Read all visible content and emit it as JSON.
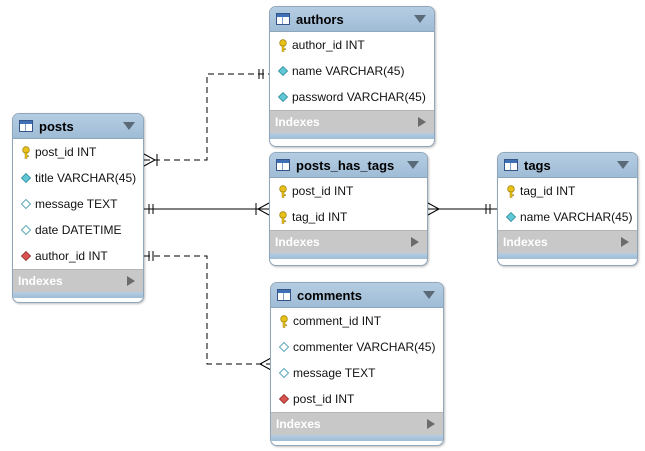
{
  "entities": {
    "authors": {
      "name": "authors",
      "columns": [
        {
          "label": "author_id INT",
          "kind": "primary-key"
        },
        {
          "label": "name VARCHAR(45)",
          "kind": "not-null"
        },
        {
          "label": "password VARCHAR(45)",
          "kind": "not-null"
        }
      ],
      "indexes_label": "Indexes"
    },
    "posts": {
      "name": "posts",
      "columns": [
        {
          "label": "post_id INT",
          "kind": "primary-key"
        },
        {
          "label": "title VARCHAR(45)",
          "kind": "not-null"
        },
        {
          "label": "message TEXT",
          "kind": "nullable"
        },
        {
          "label": "date DATETIME",
          "kind": "nullable"
        },
        {
          "label": "author_id INT",
          "kind": "foreign-key"
        }
      ],
      "indexes_label": "Indexes"
    },
    "posts_has_tags": {
      "name": "posts_has_tags",
      "columns": [
        {
          "label": "post_id INT",
          "kind": "primary-key"
        },
        {
          "label": "tag_id INT",
          "kind": "primary-key"
        }
      ],
      "indexes_label": "Indexes"
    },
    "tags": {
      "name": "tags",
      "columns": [
        {
          "label": "tag_id INT",
          "kind": "primary-key"
        },
        {
          "label": "name VARCHAR(45)",
          "kind": "not-null"
        }
      ],
      "indexes_label": "Indexes"
    },
    "comments": {
      "name": "comments",
      "columns": [
        {
          "label": "comment_id INT",
          "kind": "primary-key"
        },
        {
          "label": "commenter VARCHAR(45)",
          "kind": "nullable"
        },
        {
          "label": "message TEXT",
          "kind": "nullable"
        },
        {
          "label": "post_id INT",
          "kind": "foreign-key"
        }
      ],
      "indexes_label": "Indexes"
    }
  },
  "icons": {
    "primary-key": "key-icon",
    "not-null": "filled-diamond-icon",
    "nullable": "hollow-diamond-icon",
    "foreign-key": "foreign-key-diamond-icon"
  },
  "colors": {
    "header": "#a9c4dc",
    "border": "#8fa6bb",
    "indexes_bar": "#c8c8c8",
    "key": "#e8c21a",
    "not_null_diamond": "#5ec8d6",
    "foreign_key_diamond": "#d9534f",
    "connector": "#000000"
  },
  "relationships": [
    {
      "from": "posts",
      "to": "authors",
      "identifying": false,
      "cardinality": "many-to-one"
    },
    {
      "from": "posts",
      "to": "posts_has_tags",
      "identifying": true,
      "cardinality": "one-to-many"
    },
    {
      "from": "posts_has_tags",
      "to": "tags",
      "identifying": true,
      "cardinality": "many-to-one"
    },
    {
      "from": "posts",
      "to": "comments",
      "identifying": false,
      "cardinality": "one-to-many"
    }
  ]
}
